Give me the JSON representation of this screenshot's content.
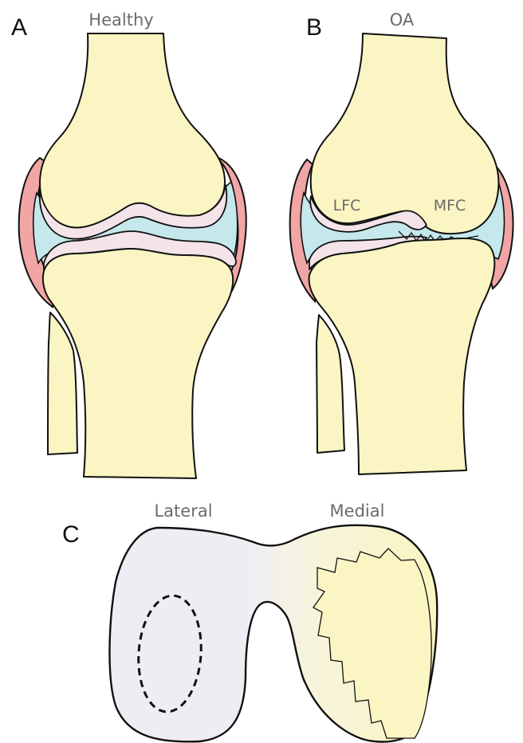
{
  "figure": {
    "panel_a": {
      "letter": "A",
      "caption": "Healthy"
    },
    "panel_b": {
      "letter": "B",
      "caption": "OA",
      "lateral_condyle_label": "LFC",
      "medial_condyle_label": "MFC"
    },
    "panel_c": {
      "letter": "C",
      "lateral_label": "Lateral",
      "medial_label": "Medial"
    }
  },
  "colors": {
    "bone": "#faf5c2",
    "cartilage": "#f5e3ea",
    "synovial_fluid": "#c4e8ec",
    "capsule": "#f1a5a5",
    "lateral_surface": "#efedf3",
    "lesion": "#faf5c2"
  }
}
